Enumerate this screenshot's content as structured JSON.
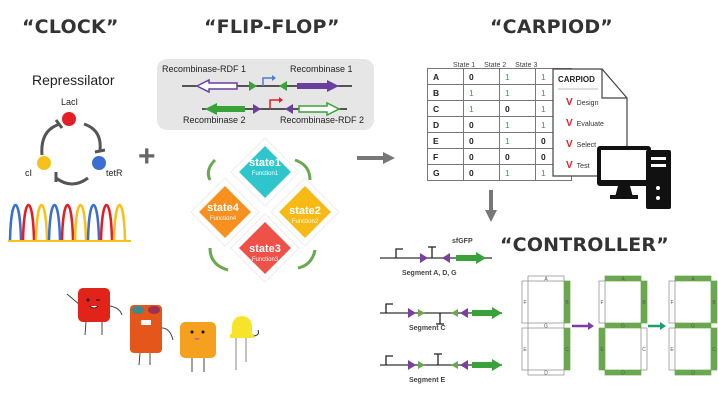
{
  "sections": {
    "clock": {
      "title": "“CLOCK”"
    },
    "flipflop": {
      "title": "“FLIP-FLOP”"
    },
    "carpiod": {
      "title": "“CARPIOD”"
    },
    "controller": {
      "title": "“CONTROLLER”"
    }
  },
  "repressilator": {
    "title": "Repressilator",
    "nodes": [
      {
        "label": "LacI",
        "color": "#e31e24"
      },
      {
        "label": "tetR",
        "color": "#3a6fd1"
      },
      {
        "label": "cI",
        "color": "#f6c21a"
      }
    ],
    "wave_colors": [
      "#3a6fd1",
      "#e31e24",
      "#f6c21a"
    ]
  },
  "plus_sign": "+",
  "recombinase": {
    "top_left": "Recombinase-RDF 1",
    "top_right": "Recombinase 1",
    "bottom_left": "Recombinase 2",
    "bottom_right": "Recombinase-RDF 2"
  },
  "states": [
    {
      "name": "state1",
      "function": "Function1",
      "color": "#2ec6cc"
    },
    {
      "name": "state2",
      "function": "Function2",
      "color": "#f6b915"
    },
    {
      "name": "state3",
      "function": "Function3",
      "color": "#ef5048"
    },
    {
      "name": "state4",
      "function": "Function4",
      "color": "#f7901e"
    }
  ],
  "truth_table": {
    "headers": [
      "State 1",
      "State 2",
      "State 3"
    ],
    "rows": [
      {
        "label": "A",
        "values": [
          "0",
          "1",
          "1"
        ]
      },
      {
        "label": "B",
        "values": [
          "1",
          "1",
          "1"
        ]
      },
      {
        "label": "C",
        "values": [
          "1",
          "0",
          "1"
        ]
      },
      {
        "label": "D",
        "values": [
          "0",
          "1",
          "1"
        ]
      },
      {
        "label": "E",
        "values": [
          "0",
          "1",
          "0"
        ]
      },
      {
        "label": "F",
        "values": [
          "0",
          "0",
          "0"
        ]
      },
      {
        "label": "G",
        "values": [
          "0",
          "1",
          "1"
        ]
      }
    ]
  },
  "carpiod_doc": {
    "title": "CARPIOD",
    "check": "V",
    "items": [
      "Design",
      "Evaluate",
      "Select",
      "Test"
    ]
  },
  "segments": [
    {
      "label": "Segment A, D, G",
      "reporter": "sfGFP"
    },
    {
      "label": "Segment C"
    },
    {
      "label": "Segment E"
    }
  ],
  "seven_segment": {
    "segment_labels": [
      "A",
      "B",
      "C",
      "D",
      "E",
      "F",
      "G"
    ],
    "displays": [
      {
        "on": [
          "B",
          "C"
        ]
      },
      {
        "on": [
          "A",
          "B",
          "D",
          "E",
          "G"
        ]
      },
      {
        "on": [
          "A",
          "B",
          "C",
          "D",
          "G"
        ]
      }
    ],
    "on_color": "#6aa84f",
    "arrow_colors": [
      "#7a3fa0",
      "#1f9d6a"
    ]
  },
  "characters": [
    "red-chip-character",
    "orange-chip-character",
    "yellow-chip-character",
    "led-character"
  ]
}
